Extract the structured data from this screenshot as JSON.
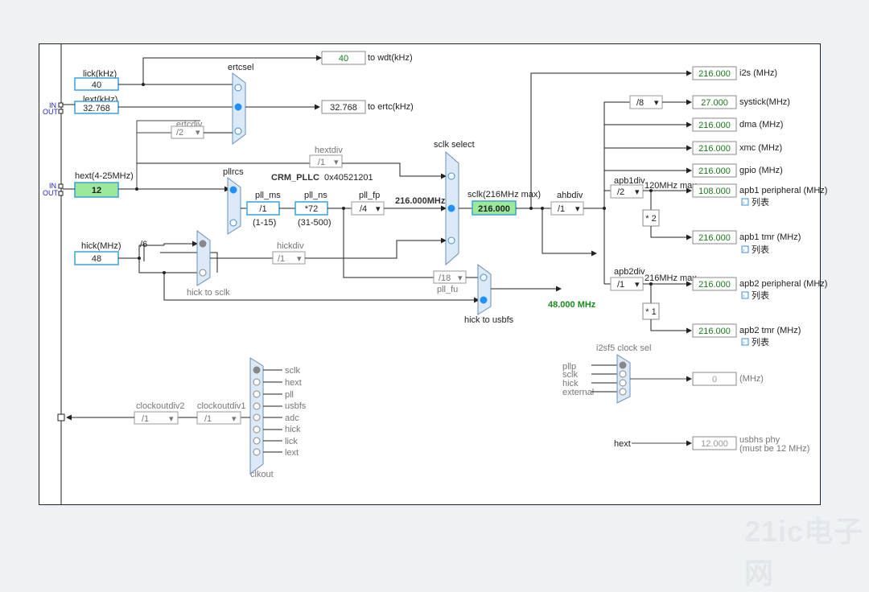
{
  "inputs": {
    "lick_label": "lick(kHz)",
    "lick_value": "40",
    "lext_label": "lext(kHz)",
    "lext_value": "32.768",
    "hext_label": "hext(4-25MHz)",
    "hext_value": "12",
    "hick_label": "hick(MHz)",
    "hick_value": "48",
    "in_label": "IN",
    "out_label": "OUT"
  },
  "ertc": {
    "sel_label": "ertcsel",
    "div_label": "ertcdiv",
    "div_value": "/2",
    "wdt_value": "40",
    "wdt_label": "to wdt(kHz)",
    "ertc_value": "32.768",
    "ertc_label": "to ertc(kHz)"
  },
  "pll": {
    "hextdiv_label": "hextdiv",
    "hextdiv_value": "/1",
    "pllrcs_label": "pllrcs",
    "crm_label": "CRM_PLLC",
    "crm_value": "0x40521201",
    "ms_label": "pll_ms",
    "ms_value": "/1",
    "ms_range": "(1-15)",
    "ns_label": "pll_ns",
    "ns_value": "*72",
    "ns_range": "(31-500)",
    "fp_label": "pll_fp",
    "fp_value": "/4",
    "out_freq": "216.000MHz",
    "fu_label": "pll_fu",
    "fu_value": "/18",
    "usb_freq": "48.000 MHz",
    "hickdiv_label": "hickdiv",
    "hickdiv_value": "/1",
    "hick_div6": "/6",
    "hick_to_sclk": "hick to sclk",
    "hick_to_usbfs": "hick to usbfs"
  },
  "sclk": {
    "select_label": "sclk select",
    "max_label": "sclk(216MHz max)",
    "value": "216.000",
    "ahbdiv_label": "ahbdiv",
    "ahbdiv_value": "/1"
  },
  "outputs": {
    "i2s_value": "216.000",
    "i2s_label": "i2s (MHz)",
    "systick_div": "/8",
    "systick_value": "27.000",
    "systick_label": "systick(MHz)",
    "dma_value": "216.000",
    "dma_label": "dma (MHz)",
    "xmc_value": "216.000",
    "xmc_label": "xmc (MHz)",
    "gpio_value": "216.000",
    "gpio_label": "gpio (MHz)",
    "apb1div_label": "apb1div",
    "apb1div_value": "/2",
    "apb1_max": "120MHz max",
    "apb1p_value": "108.000",
    "apb1p_label": "apb1 peripheral (MHz)",
    "apb1_mult": "* 2",
    "apb1t_value": "216.000",
    "apb1t_label": "apb1 tmr (MHz)",
    "apb2div_label": "apb2div",
    "apb2div_value": "/1",
    "apb2_max": "216MHz max",
    "apb2p_value": "216.000",
    "apb2p_label": "apb2 peripheral (MHz)",
    "apb2_mult": "* 1",
    "apb2t_value": "216.000",
    "apb2t_label": "apb2 tmr (MHz)",
    "list_label": "列表"
  },
  "i2sf5": {
    "label": "i2sf5 clock sel",
    "options": [
      "pllp",
      "sclk",
      "hick",
      "external"
    ],
    "value": "0",
    "unit": "(MHz)"
  },
  "usbhs": {
    "source": "hext",
    "value": "12.000",
    "label": "usbhs phy",
    "note": "(must be 12 MHz)"
  },
  "clkout": {
    "label": "clkout",
    "div1_label": "clockoutdiv1",
    "div1_value": "/1",
    "div2_label": "clockoutdiv2",
    "div2_value": "/1",
    "options": [
      "sclk",
      "hext",
      "pll",
      "usbfs",
      "adc",
      "hick",
      "lick",
      "lext"
    ]
  },
  "watermark": "21ic电子网"
}
